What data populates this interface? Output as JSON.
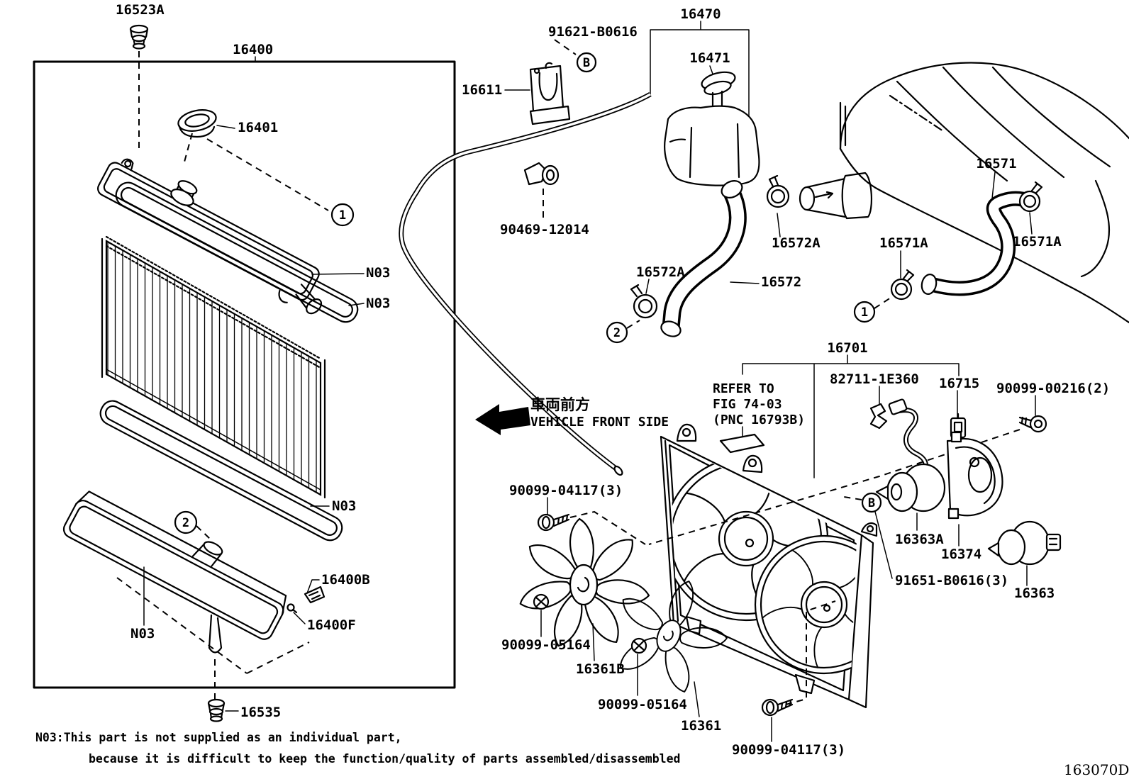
{
  "diagram": {
    "code": "163070D",
    "note_line1": "N03:This part is not supplied as an individual part,",
    "note_line2": "because it is difficult to keep the function/quality of parts assembled/disassembled",
    "direction_jp": "車両前方",
    "direction_en": "VEHICLE FRONT SIDE",
    "refer_line1": "REFER TO",
    "refer_line2": "FIG 74-03",
    "refer_line3": "(PNC 16793B)"
  },
  "callouts": {
    "c1": "1",
    "c2": "2",
    "cB": "B"
  },
  "parts": {
    "p16523A": "16523A",
    "p16400": "16400",
    "p16401": "16401",
    "n03": "N03",
    "p16400B": "16400B",
    "p16400F": "16400F",
    "p16535": "16535",
    "p16611": "16611",
    "p91621_B0616": "91621-B0616",
    "p16470": "16470",
    "p16471": "16471",
    "p90469_12014": "90469-12014",
    "p16572A": "16572A",
    "p16572": "16572",
    "p16571": "16571",
    "p16571A": "16571A",
    "p16701": "16701",
    "p82711_1E360": "82711-1E360",
    "p16715": "16715",
    "p90099_00216": "90099-00216(2)",
    "p90099_04117": "90099-04117(3)",
    "p16363A": "16363A",
    "p16374": "16374",
    "p91651_B0616": "91651-B0616(3)",
    "p16363": "16363",
    "p90099_05164": "90099-05164",
    "p16361B": "16361B",
    "p16361": "16361"
  }
}
